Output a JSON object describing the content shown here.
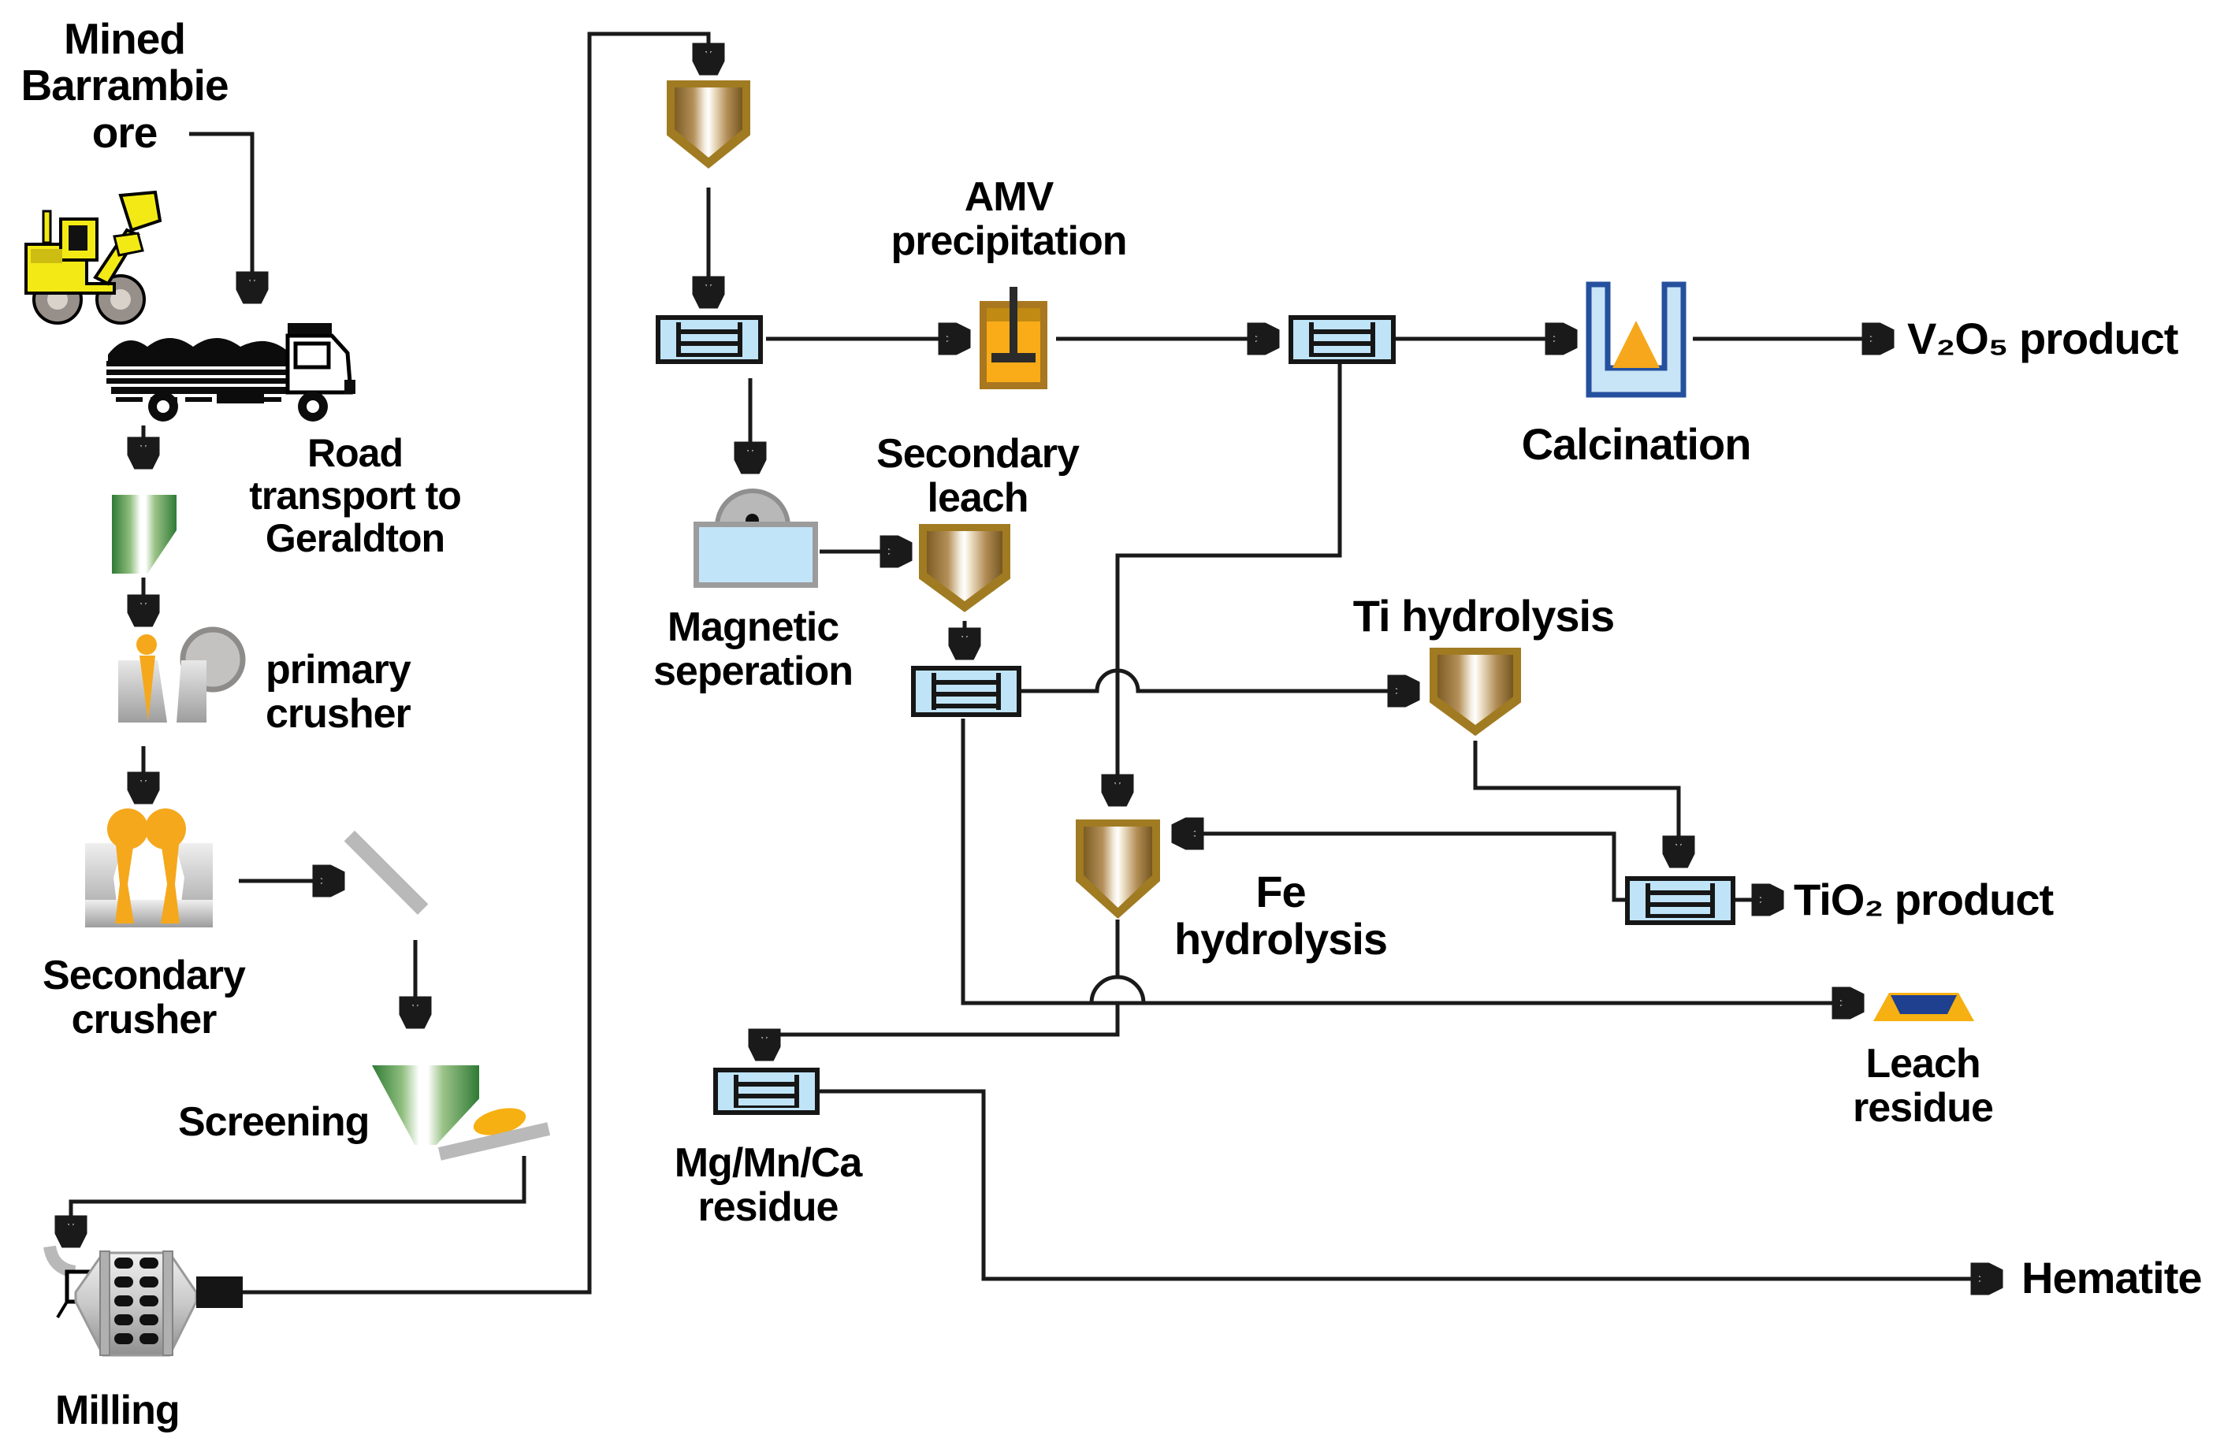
{
  "diagram": {
    "type": "process-flowsheet",
    "subject": "Barrambie ore hydrometallurgical processing flowsheet",
    "labels": {
      "mined_ore": "Mined\nBarrambie\nore",
      "road_transport": "Road\ntransport to\nGeraldton",
      "primary_crusher": "primary\ncrusher",
      "secondary_crusher": "Secondary\ncrusher",
      "screening": "Screening",
      "milling": "Milling",
      "magnetic_separation": "Magnetic\nseperation",
      "amv_precipitation": "AMV\nprecipitation",
      "secondary_leach": "Secondary\nleach",
      "calcination": "Calcination",
      "ti_hydrolysis": "Ti hydrolysis",
      "fe_hydrolysis": "Fe\nhydrolysis",
      "mg_mn_ca_residue": "Mg/Mn/Ca\nresidue",
      "leach_residue": "Leach\nresidue",
      "hematite": "Hematite",
      "v2o5_product": "V₂O₅ product",
      "tio2_product": "TiO₂ product"
    },
    "icons": [
      "front-loader-icon",
      "haul-truck-icon",
      "ore-stockpile-icon",
      "primary-crusher-icon",
      "secondary-crusher-icon",
      "screen-deck-icon",
      "screening-icon",
      "ball-mill-icon",
      "leach-vessel-icon",
      "belt-filter-icon",
      "agitated-tank-icon",
      "magnetic-separator-icon",
      "calciner-icon",
      "ti-hydrolysis-vessel-icon",
      "fe-hydrolysis-vessel-icon",
      "leach-residue-pond-icon"
    ],
    "colors": {
      "line": "#1a1a1a",
      "filter_blue": "#BFE3F7",
      "vessel_gold": "#A07B22",
      "tank_amber": "#F9AC18",
      "machine_yellow": "#F5A81C",
      "loader_yellow": "#F3EA15",
      "stockpile_green": "#2f7a35",
      "calciner_navy": "#2B57A8",
      "residue_navy": "#1F3F8F",
      "residue_gold": "#F6B011",
      "gray": "#ABABAB"
    }
  }
}
